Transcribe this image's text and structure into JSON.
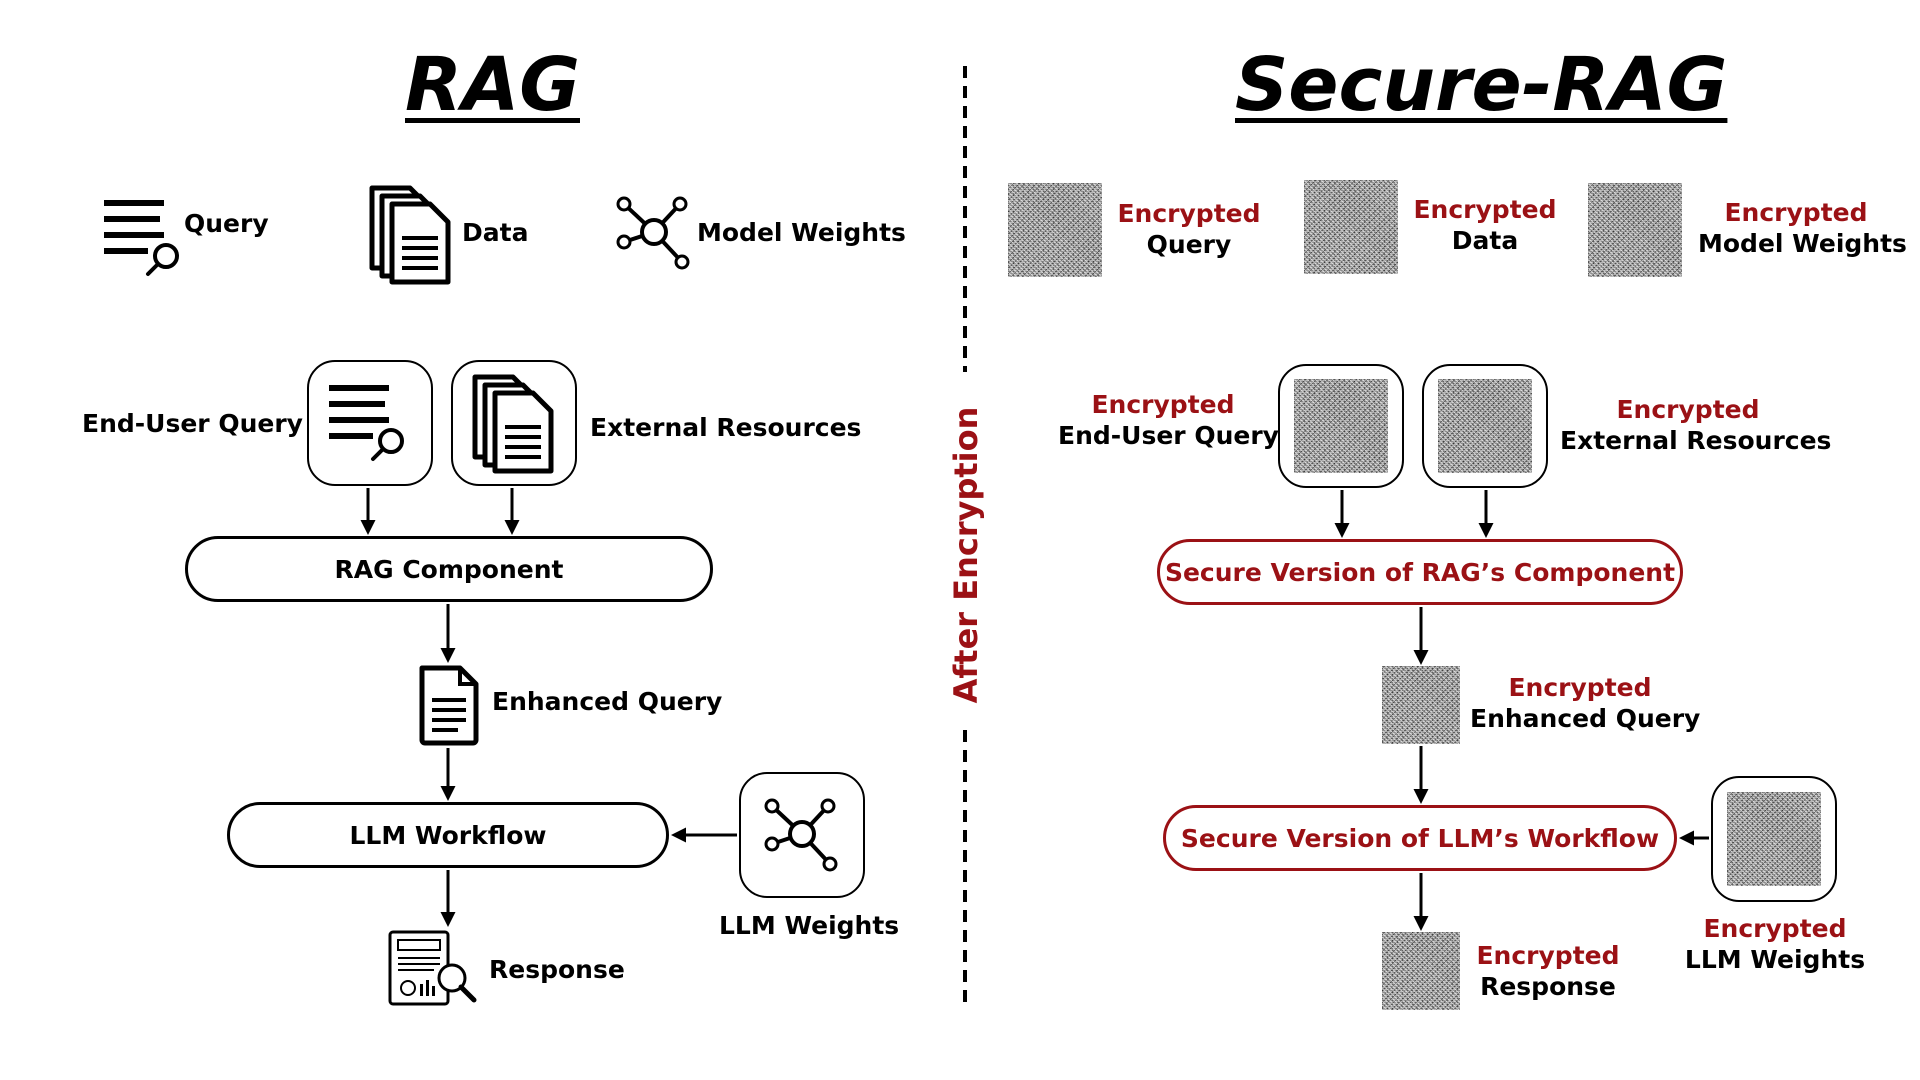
{
  "left": {
    "title": "RAG",
    "legend": {
      "query": "Query",
      "data": "Data",
      "model_weights": "Model Weights"
    },
    "end_user_query": "End-User Query",
    "external_resources": "External Resources",
    "rag_component": "RAG Component",
    "enhanced_query": "Enhanced Query",
    "llm_workflow": "LLM Workflow",
    "llm_weights": "LLM Weights",
    "response": "Response"
  },
  "divider": {
    "label": "After Encryption"
  },
  "right": {
    "title": "Secure-RAG",
    "encrypted_word": "Encrypted",
    "legend": {
      "query": "Query",
      "data": "Data",
      "model_weights": "Model Weights"
    },
    "end_user_query": "End-User Query",
    "external_resources": "External Resources",
    "secure_rag_component": "Secure Version of RAG’s Component",
    "enhanced_query": "Enhanced Query",
    "secure_llm_workflow": "Secure Version of LLM’s Workflow",
    "llm_weights": "LLM Weights",
    "response": "Response"
  },
  "colors": {
    "accent_red": "#9b1115",
    "ink": "#000000"
  },
  "icons": [
    "query-icon",
    "documents-icon",
    "network-icon",
    "document-icon",
    "report-search-icon",
    "encrypted-noise-icon"
  ]
}
